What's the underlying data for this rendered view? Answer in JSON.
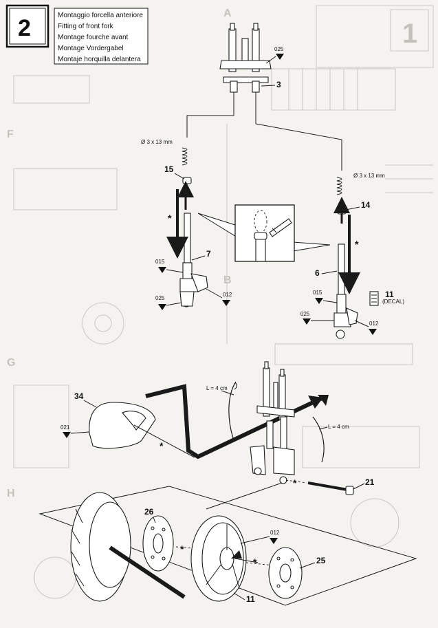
{
  "step": {
    "number": "2",
    "titles": [
      "Montaggio forcella anteriore",
      "Fitting of front fork",
      "Montage fourche avant",
      "Montage Vordergabel",
      "Montaje horquilla delantera"
    ]
  },
  "background": {
    "step_number": "1",
    "section_letters": [
      "A",
      "B",
      "F",
      "G",
      "H"
    ]
  },
  "parts": {
    "p3": "3",
    "p6": "6",
    "p7": "7",
    "p11a": "11",
    "p11b": "11",
    "p14": "14",
    "p15": "15",
    "p21": "21",
    "p25": "25",
    "p26": "26",
    "p34": "34"
  },
  "decal_label": "(DECAL)",
  "codes": {
    "c025_top": "025",
    "c015_left": "015",
    "c025_left": "025",
    "c012_left": "012",
    "c015_right": "015",
    "c025_right": "025",
    "c012_right": "012",
    "c021": "021",
    "c012_wheel": "012"
  },
  "dimensions": {
    "spring_left": "Ø 3 x 13 mm",
    "spring_right": "Ø 3 x 13 mm",
    "wire_top": "L = 4 cm",
    "wire_right": "L = 4 cm"
  },
  "marks": {
    "star_left": "*",
    "star_right": "*",
    "star_fender": "*",
    "star_axle": "*",
    "star_wheel_a": "*",
    "star_wheel_b": "*"
  }
}
